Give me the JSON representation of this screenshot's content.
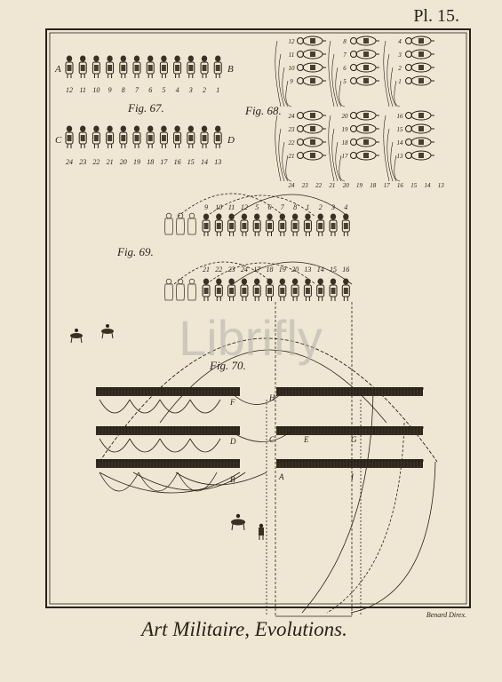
{
  "plate": {
    "number": "Pl. 15.",
    "title": "Art Militaire, Evolutions.",
    "engraver": "Benard Direx.",
    "watermark": "Librifly",
    "paper_color": "#efe6d3",
    "ink_color": "#2a2218"
  },
  "fig67": {
    "label": "Fig. 67.",
    "row1_left": "A",
    "row1_right": "B",
    "row1_numbers": [
      "12",
      "11",
      "10",
      "9",
      "8",
      "7",
      "6",
      "5",
      "4",
      "3",
      "2",
      "1"
    ],
    "row2_left": "C",
    "row2_right": "D",
    "row2_numbers": [
      "24",
      "23",
      "22",
      "21",
      "20",
      "19",
      "18",
      "17",
      "16",
      "15",
      "14",
      "13"
    ]
  },
  "fig68": {
    "label": "Fig. 68.",
    "col_labels": [
      [
        "12",
        "11",
        "10",
        "9"
      ],
      [
        "8",
        "7",
        "6",
        "5"
      ],
      [
        "4",
        "3",
        "2",
        "1"
      ],
      [
        "24",
        "23",
        "22",
        "21"
      ],
      [
        "20",
        "19",
        "18",
        "17"
      ],
      [
        "16",
        "15",
        "14",
        "13"
      ]
    ],
    "bottom_numbers": [
      "24",
      "23",
      "22",
      "21",
      "20",
      "19",
      "18",
      "17",
      "16",
      "15",
      "14",
      "13"
    ]
  },
  "fig69": {
    "label": "Fig. 69.",
    "row1_numbers": [
      "9",
      "10",
      "11",
      "12",
      "5",
      "6",
      "7",
      "8",
      "1",
      "2",
      "3",
      "4"
    ],
    "row2_numbers": [
      "21",
      "22",
      "23",
      "24",
      "17",
      "18",
      "19",
      "20",
      "13",
      "14",
      "15",
      "16"
    ]
  },
  "fig70": {
    "label": "Fig. 70.",
    "letters": [
      "F",
      "H",
      "D",
      "C",
      "E",
      "G",
      "B",
      "A",
      "I"
    ]
  }
}
